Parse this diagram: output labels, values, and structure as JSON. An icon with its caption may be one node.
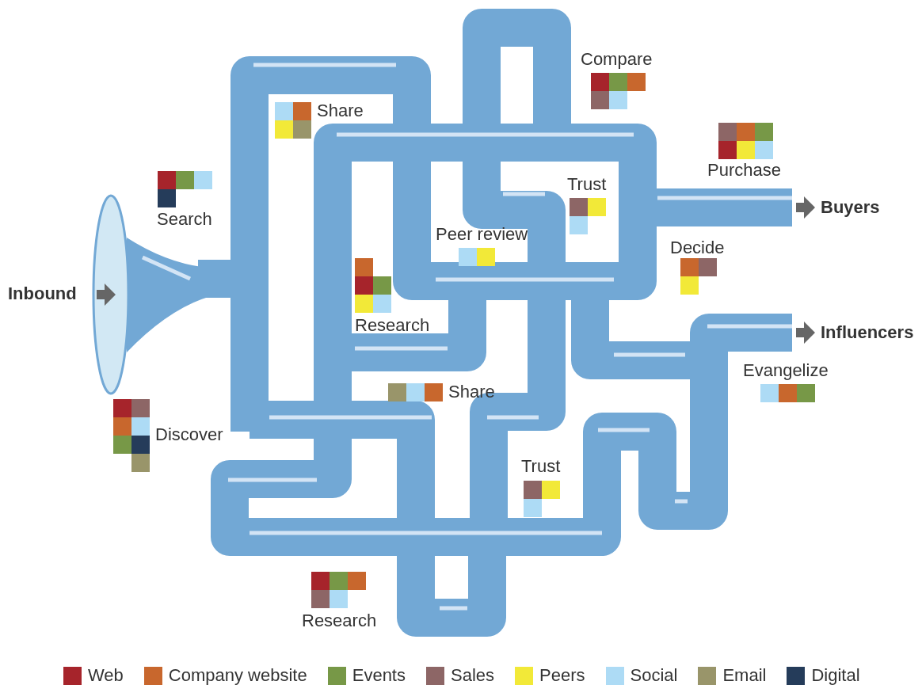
{
  "diagram": {
    "labels": [
      "Compare",
      "Share",
      "Purchase",
      "Trust",
      "Buyers",
      "Search",
      "Peer review",
      "Decide",
      "Inbound",
      "Research",
      "Influencers",
      "Evangelize",
      "Share",
      "Discover",
      "Trust",
      "Research"
    ],
    "legend": [
      {
        "text": "Web",
        "color": "#a6242b"
      },
      {
        "text": "Company website",
        "color": "#c8672d"
      },
      {
        "text": "Events",
        "color": "#779847"
      },
      {
        "text": "Sales",
        "color": "#8d6666"
      },
      {
        "text": "Peers",
        "color": "#f2e938"
      },
      {
        "text": "Social",
        "color": "#addbf5"
      },
      {
        "text": "Email",
        "color": "#99956a"
      },
      {
        "text": "Digital",
        "color": "#253c5a"
      }
    ]
  }
}
